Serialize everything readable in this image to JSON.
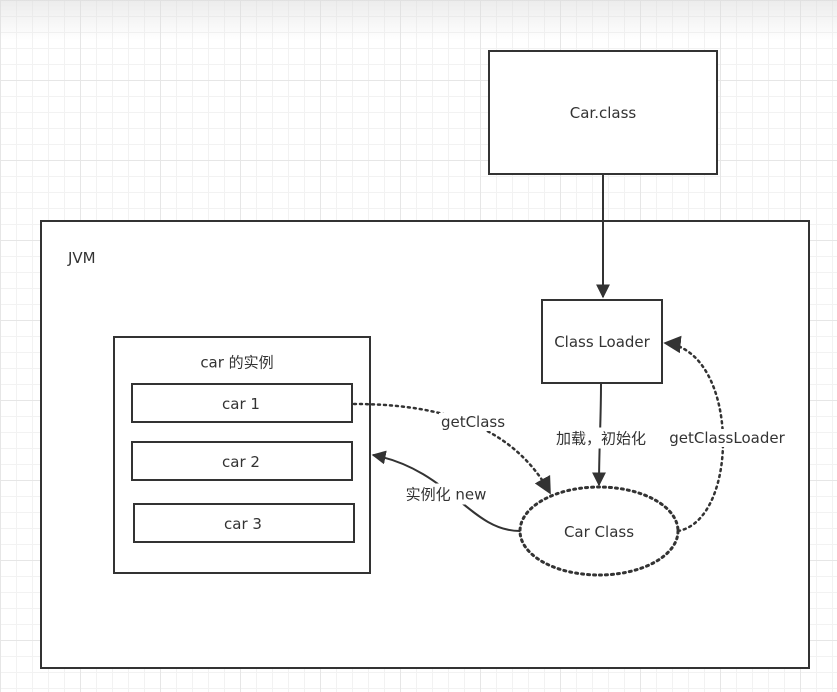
{
  "diagram": {
    "car_class_file": "Car.class",
    "jvm_label": "JVM",
    "class_loader": "Class Loader",
    "instances_title": "car 的实例",
    "instances": [
      "car 1",
      "car 2",
      "car 3"
    ],
    "car_class": "Car Class",
    "edges": {
      "load_init": "加载，初始化",
      "get_class": "getClass",
      "get_class_loader": "getClassLoader",
      "instantiate_new": "实例化 new"
    }
  },
  "colors": {
    "stroke": "#333333",
    "text": "#333333"
  }
}
